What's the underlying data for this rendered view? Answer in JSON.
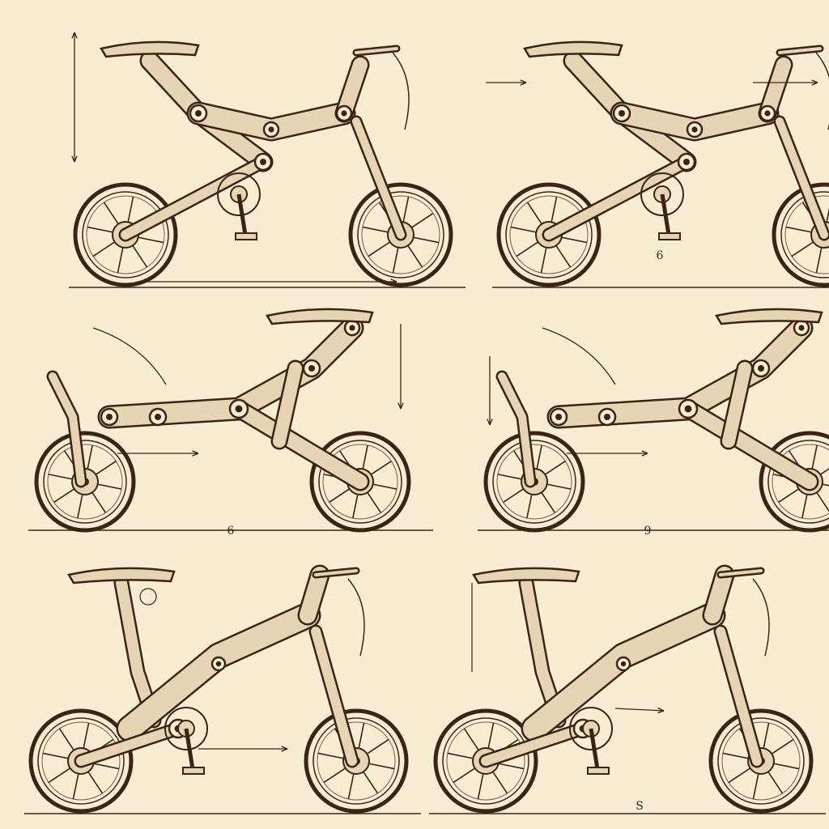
{
  "colors": {
    "paper": "#f8ecd3",
    "ink": "#3a2416",
    "ink_light": "#7a5a44",
    "shade": "#e8d3b4"
  },
  "sheet": {
    "panels": [
      {
        "id": "top-left",
        "state": "unfolded"
      },
      {
        "id": "top-right",
        "state": "unfolded"
      },
      {
        "id": "middle-left",
        "state": "folding"
      },
      {
        "id": "middle-right",
        "state": "folding"
      },
      {
        "id": "bottom-left",
        "state": "unfolded"
      },
      {
        "id": "bottom-right",
        "state": "unfolded"
      }
    ],
    "marks": [
      "6",
      "9",
      "S"
    ]
  }
}
